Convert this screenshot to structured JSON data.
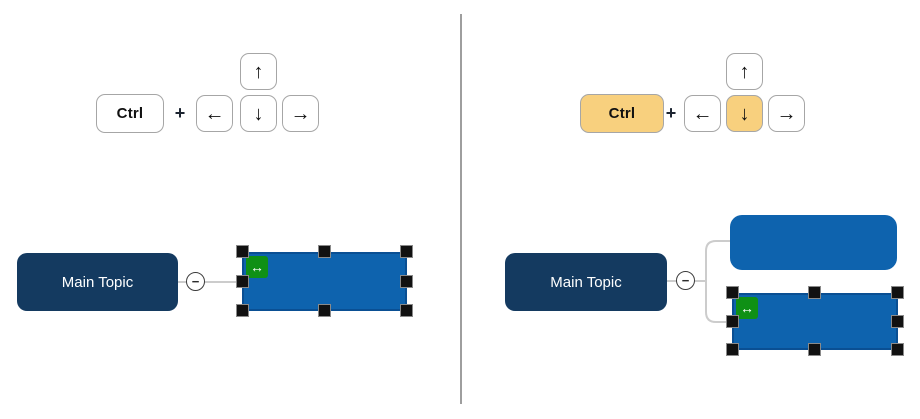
{
  "colors": {
    "root_node": "#143a60",
    "child_node": "#0e63ae",
    "child_node_border": "#0a4f93",
    "selection_handle": "#111111",
    "badge_green": "#0f9015",
    "key_highlight": "#f8d07e",
    "key_border": "#a6a6a6",
    "key_text": "#111111",
    "connector": "#cccccc",
    "divider": "#9e9e9e"
  },
  "panels": [
    {
      "name": "shortcut-idle",
      "keyboard": {
        "modifier_key": {
          "label": "Ctrl",
          "highlighted": false
        },
        "plus_sign": "+",
        "arrow_keys": {
          "up": {
            "glyph": "↑",
            "highlighted": false
          },
          "left": {
            "glyph": "←",
            "highlighted": false
          },
          "down": {
            "glyph": "↓",
            "highlighted": false
          },
          "right": {
            "glyph": "→",
            "highlighted": false
          }
        }
      },
      "mindmap": {
        "root_label": "Main Topic",
        "collapse_glyph": "−",
        "children": [
          {
            "selected": true,
            "badge_glyph": "↔"
          }
        ]
      }
    },
    {
      "name": "shortcut-ctrl-down-pressed",
      "keyboard": {
        "modifier_key": {
          "label": "Ctrl",
          "highlighted": true
        },
        "plus_sign": "+",
        "arrow_keys": {
          "up": {
            "glyph": "↑",
            "highlighted": false
          },
          "left": {
            "glyph": "←",
            "highlighted": false
          },
          "down": {
            "glyph": "↓",
            "highlighted": true
          },
          "right": {
            "glyph": "→",
            "highlighted": false
          }
        }
      },
      "mindmap": {
        "root_label": "Main Topic",
        "collapse_glyph": "−",
        "children": [
          {
            "selected": false
          },
          {
            "selected": true,
            "badge_glyph": "↔"
          }
        ]
      }
    }
  ]
}
